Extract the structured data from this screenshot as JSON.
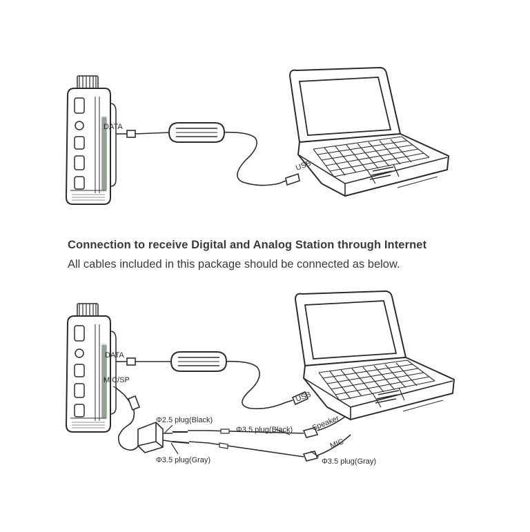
{
  "heading": "Connection to receive Digital and Analog Station through Internet",
  "subheading": "All cables included in this package should be connected as below.",
  "diagram_top": {
    "data_label": "DATA",
    "usb_label": "USB"
  },
  "diagram_bottom": {
    "data_label": "DATA",
    "micsp_label": "MIC/SP",
    "usb_label": "USB",
    "plug_25_black": "Φ2.5 plug(Black)",
    "plug_35_gray_left": "Φ3.5 plug(Gray)",
    "plug_35_black": "Φ3.5 plug(Black)",
    "plug_35_gray_right": "Φ3.5 plug(Gray)",
    "speaker_label": "Speaker",
    "mic_label": "MIC"
  },
  "colors": {
    "line": "#2b2b2b",
    "stripe": "#8fbf9a",
    "paper": "#ffffff"
  },
  "icons": [
    "radio-handset-icon",
    "laptop-icon",
    "usb-cable-icon",
    "audio-adapter-icon"
  ]
}
